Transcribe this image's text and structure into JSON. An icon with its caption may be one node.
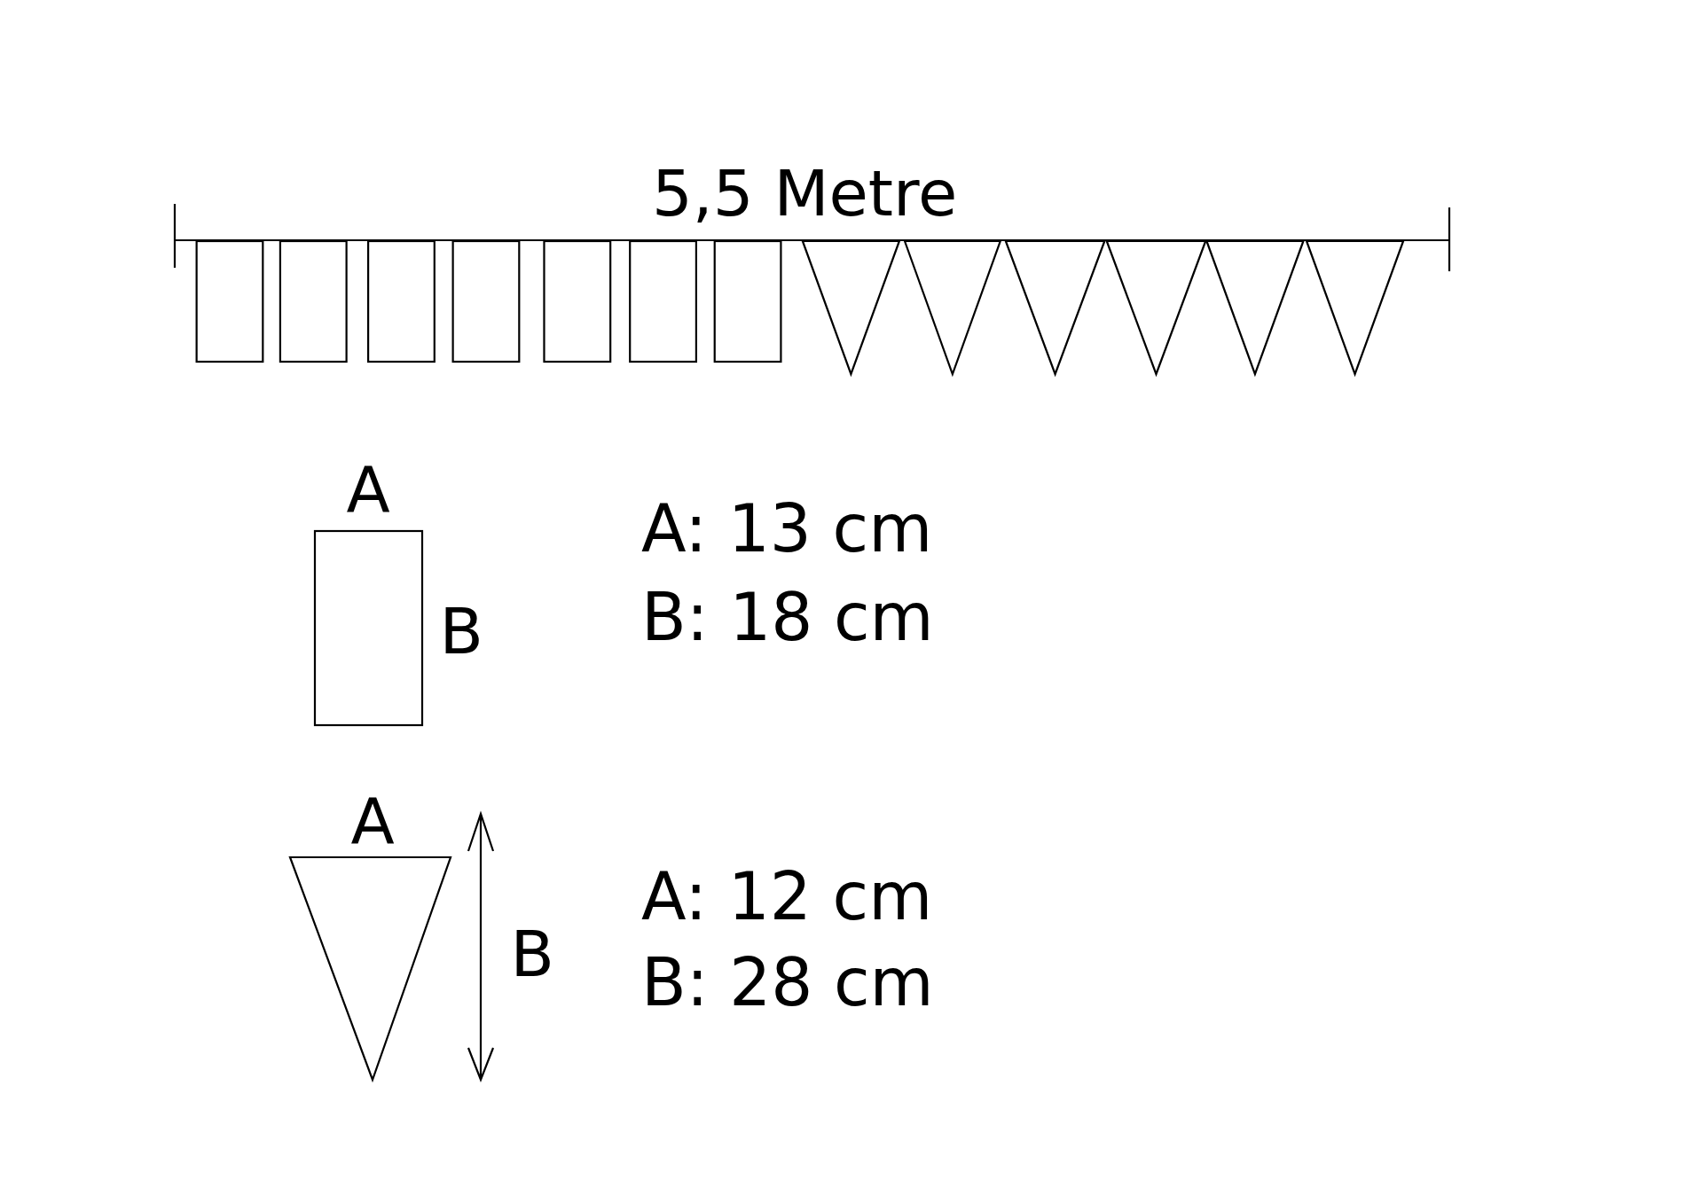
{
  "diagram": {
    "labels": [
      "5,5 Metre",
      "A",
      "B",
      "A: 13 cm",
      "B: 18 cm",
      "A",
      "B",
      "A: 12 cm",
      "B: 28 cm"
    ]
  }
}
